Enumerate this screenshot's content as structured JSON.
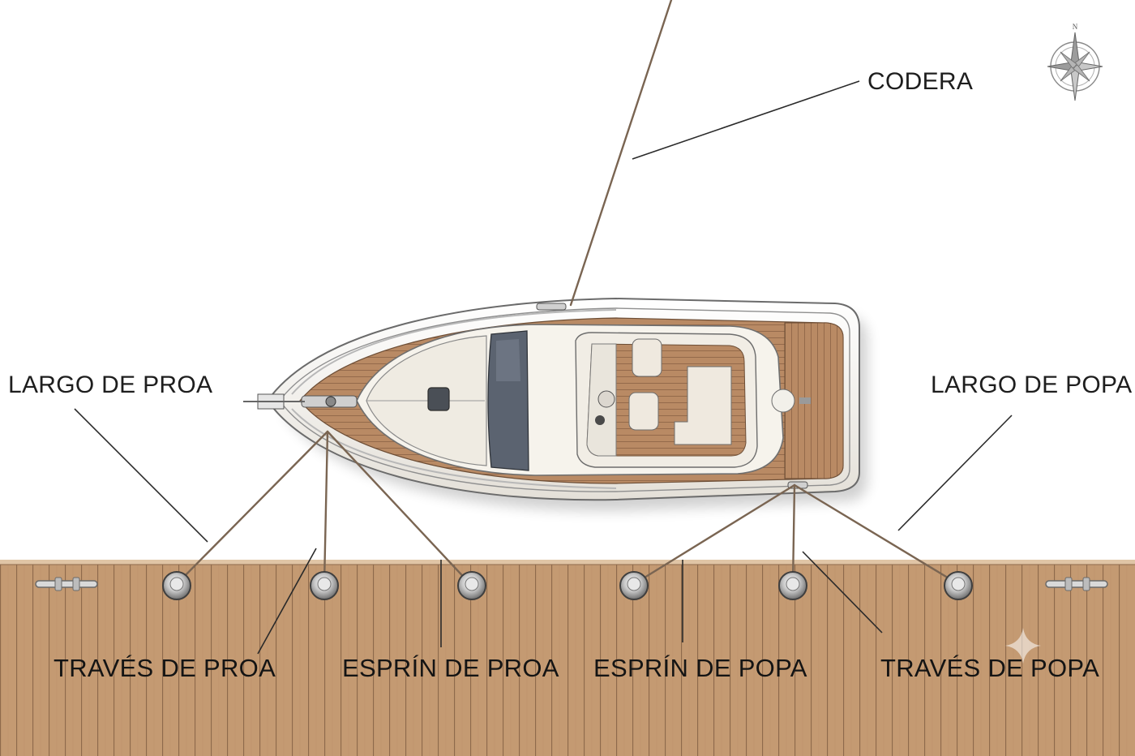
{
  "labels": {
    "codera": "CODERA",
    "largo_proa": "LARGO DE PROA",
    "largo_popa": "LARGO DE POPA",
    "traves_proa": "TRAVÉS DE PROA",
    "esprin_proa": "ESPRÍN DE PROA",
    "esprin_popa": "ESPRÍN DE POPA",
    "traves_popa": "TRAVÉS DE POPA"
  },
  "compass": {
    "north_label": "N"
  },
  "colors": {
    "dock_wood": "#c49a72",
    "dock_plank_line": "#8a6647",
    "teak_deck": "#b88864",
    "hull_white": "#f4f1ea",
    "line_rope": "#7a6552"
  }
}
